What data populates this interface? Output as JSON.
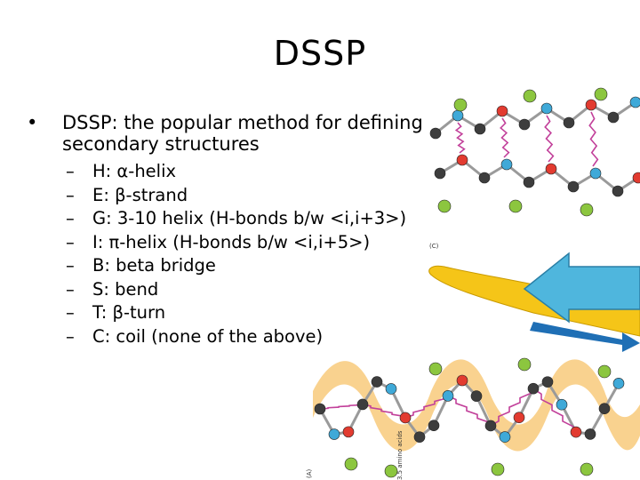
{
  "slide": {
    "title": "DSSP",
    "bullet": {
      "mark": "•",
      "text": "DSSP: the popular method for defining secondary structures"
    },
    "subitems": [
      {
        "dash": "–",
        "text": "H: α-helix"
      },
      {
        "dash": "–",
        "text": "E: β-strand"
      },
      {
        "dash": "–",
        "text": "G: 3-10 helix (H-bonds b/w <i,i+3>)"
      },
      {
        "dash": "–",
        "text": "I: π-helix (H-bonds b/w <i,i+5>)"
      },
      {
        "dash": "–",
        "text": "B: beta bridge"
      },
      {
        "dash": "–",
        "text": "S: bend"
      },
      {
        "dash": "–",
        "text": "T: β-turn"
      },
      {
        "dash": "–",
        "text": "C: coil (none of the above)"
      }
    ]
  },
  "figure": {
    "panel_labels": {
      "c": "(C)",
      "a": "(A)"
    },
    "axis_note": "3.5 amino acids",
    "colors": {
      "carbon": "#3d3d3d",
      "oxygen": "#e23b30",
      "nitrogen": "#3fa9d8",
      "side_chain": "#8cc63f",
      "hbond": "#c2409a",
      "ribbon_yellow": "#f5c518",
      "arrow_blue": "#4fb6dd",
      "helix_ribbon": "#f7c36a"
    }
  }
}
